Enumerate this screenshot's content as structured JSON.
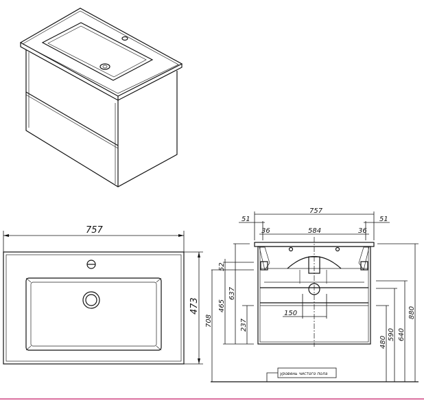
{
  "plan_view": {
    "width": "757",
    "depth": "473"
  },
  "front_view": {
    "overall_width": "757",
    "overhang_left": "51",
    "overhang_right": "51",
    "bracket_left": "36",
    "bracket_right": "36",
    "inner_width": "584",
    "drain_spacing": "150",
    "dim_52": "52",
    "dim_637": "637",
    "dim_465": "465",
    "dim_237": "237",
    "dim_708": "708",
    "dim_480": "480",
    "dim_590": "590",
    "dim_640": "640",
    "dim_880": "880",
    "floor_label": "уровень чистого пола"
  },
  "colors": {
    "line": "#111111",
    "footer_rule": "#d04080"
  }
}
